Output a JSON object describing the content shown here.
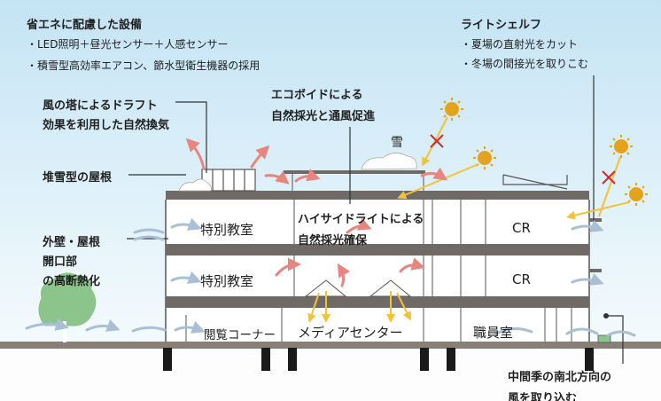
{
  "energy": {
    "title": "省エネに配慮した設備",
    "line1": "・LED照明＋昼光センサー＋人感センサー",
    "line2": "・積雪型高効率エアコン、節水型衛生機器の採用"
  },
  "lightshelf": {
    "title": "ライトシェルフ",
    "line1": "・夏場の直射光をカット",
    "line2": "・冬場の間接光を取りこむ"
  },
  "wind_tower": {
    "line1": "風の塔によるドラフト",
    "line2": "効果を利用した自然換気"
  },
  "eco_void": {
    "line1": "エコボイドによる",
    "line2": "自然採光と通風促進"
  },
  "snow_label": "雪",
  "roof_label": "堆雪型の屋根",
  "highside": {
    "line1": "ハイサイドライトによる",
    "line2": "自然採光確保"
  },
  "insulation": {
    "line1": "外壁・屋根",
    "line2": "開口部",
    "line3": "の高断熱化"
  },
  "rooms": {
    "special1": "特別教室",
    "special2": "特別教室",
    "cr1": "CR",
    "cr2": "CR",
    "reading": "閲覧コーナー",
    "media": "メディアセンター",
    "staff": "職員室"
  },
  "breeze": {
    "line1": "中間季の南北方向の",
    "line2": "風を取り込む"
  },
  "colors": {
    "slab": "#6f6a66",
    "ground": "#8a7f76",
    "warm_air": "#e8857f",
    "cool_air": "#a9bfd4",
    "sun": "#e3a31c",
    "light_ray": "#f2c23a",
    "block": "#cc2d2d",
    "tree": "#8bc58b"
  }
}
